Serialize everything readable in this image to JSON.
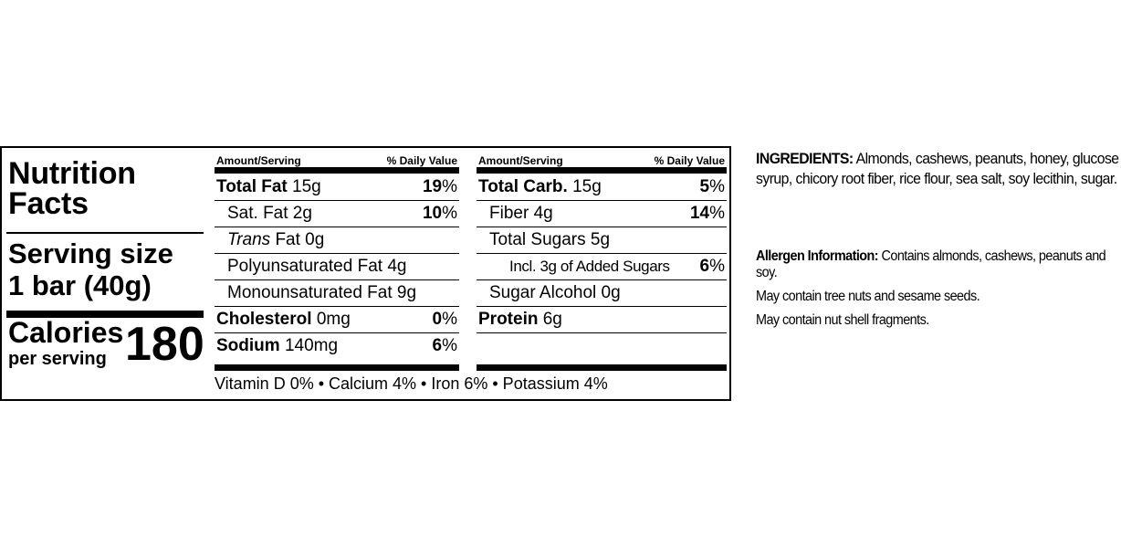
{
  "label": {
    "title_line1": "Nutrition",
    "title_line2": "Facts",
    "serving_size_label": "Serving size",
    "serving_size_value": "1 bar (40g)",
    "calories_label": "Calories",
    "calories_sub": "per serving",
    "calories_value": "180",
    "column1": {
      "header_left": "Amount/Serving",
      "header_right": "% Daily Value",
      "rows": [
        {
          "name_bold": "Total Fat",
          "amount": "15g",
          "dv": "19",
          "pct": "%"
        },
        {
          "name": "Sat. Fat 2g",
          "dv": "10",
          "pct": "%"
        },
        {
          "name_italic": "Trans",
          "name_rest": "Fat 0g"
        },
        {
          "name": "Polyunsaturated Fat 4g"
        },
        {
          "name": "Monounsaturated Fat 9g"
        },
        {
          "name_bold": "Cholesterol",
          "amount": "0mg",
          "dv": "0",
          "pct": "%"
        },
        {
          "name_bold": "Sodium",
          "amount": "140mg",
          "dv": "6",
          "pct": "%"
        }
      ]
    },
    "column2": {
      "header_left": "Amount/Serving",
      "header_right": "% Daily Value",
      "rows": [
        {
          "name_bold": "Total Carb.",
          "amount": "15g",
          "dv": "5",
          "pct": "%"
        },
        {
          "name": "Fiber 4g",
          "dv": "14",
          "pct": "%"
        },
        {
          "name": "Total Sugars 5g"
        },
        {
          "name": "Incl. 3g of Added Sugars",
          "dv": "6",
          "pct": "%"
        },
        {
          "name": "Sugar Alcohol 0g"
        },
        {
          "name_bold": "Protein",
          "amount": "6g"
        },
        {
          "name": ""
        }
      ]
    },
    "vitamins": "Vitamin D 0% • Calcium 4% • Iron 6% • Potassium 4%"
  },
  "ingredients": {
    "heading": "INGREDIENTS:",
    "text": "Almonds, cashews, peanuts, honey, glucose syrup, chicory root fiber, rice flour, sea salt, soy lecithin, sugar."
  },
  "allergen": {
    "heading": "Allergen Information:",
    "text": "Contains almonds, cashews, peanuts and soy.",
    "line2": "May contain tree nuts and sesame seeds.",
    "line3": "May contain nut shell fragments."
  }
}
